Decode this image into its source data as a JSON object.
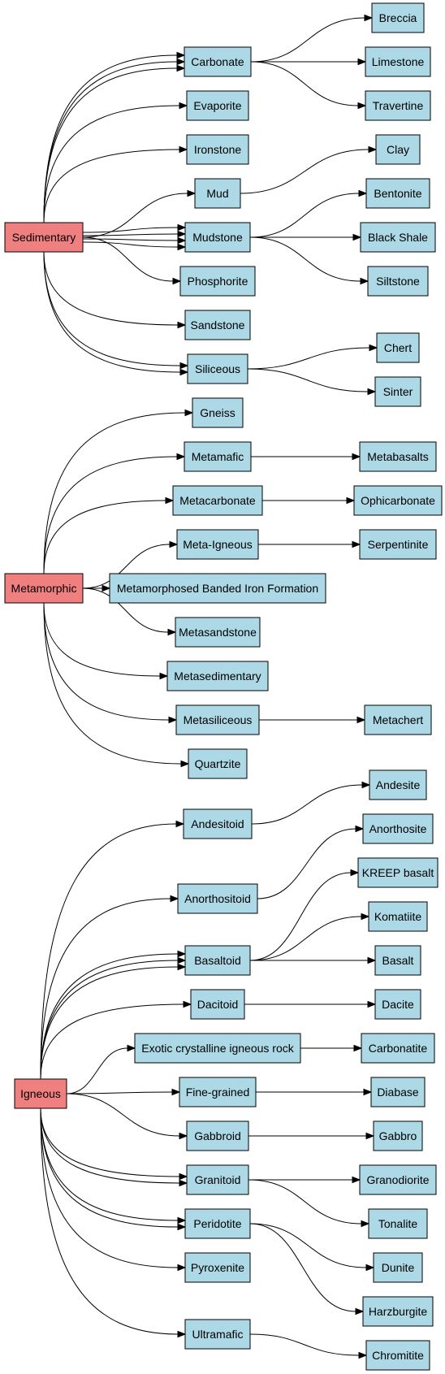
{
  "colors": {
    "root_fill": "#f08080",
    "leaf_fill": "#add8e6"
  },
  "nodes": [
    {
      "id": "sed",
      "label": "Sedimentary",
      "kind": "root"
    },
    {
      "id": "carbonate",
      "label": "Carbonate",
      "kind": "leaf"
    },
    {
      "id": "evaporite",
      "label": "Evaporite",
      "kind": "leaf"
    },
    {
      "id": "ironstone",
      "label": "Ironstone",
      "kind": "leaf"
    },
    {
      "id": "mud",
      "label": "Mud",
      "kind": "leaf"
    },
    {
      "id": "mudstone",
      "label": "Mudstone",
      "kind": "leaf"
    },
    {
      "id": "phosphorite",
      "label": "Phosphorite",
      "kind": "leaf"
    },
    {
      "id": "sandstone",
      "label": "Sandstone",
      "kind": "leaf"
    },
    {
      "id": "siliceous",
      "label": "Siliceous",
      "kind": "leaf"
    },
    {
      "id": "breccia",
      "label": "Breccia",
      "kind": "leaf"
    },
    {
      "id": "limestone",
      "label": "Limestone",
      "kind": "leaf"
    },
    {
      "id": "travertine",
      "label": "Travertine",
      "kind": "leaf"
    },
    {
      "id": "clay",
      "label": "Clay",
      "kind": "leaf"
    },
    {
      "id": "bentonite",
      "label": "Bentonite",
      "kind": "leaf"
    },
    {
      "id": "blackshale",
      "label": "Black Shale",
      "kind": "leaf"
    },
    {
      "id": "siltstone",
      "label": "Siltstone",
      "kind": "leaf"
    },
    {
      "id": "chert",
      "label": "Chert",
      "kind": "leaf"
    },
    {
      "id": "sinter",
      "label": "Sinter",
      "kind": "leaf"
    },
    {
      "id": "met",
      "label": "Metamorphic",
      "kind": "root"
    },
    {
      "id": "gneiss",
      "label": "Gneiss",
      "kind": "leaf"
    },
    {
      "id": "metamafic",
      "label": "Metamafic",
      "kind": "leaf"
    },
    {
      "id": "metacarbonate",
      "label": "Metacarbonate",
      "kind": "leaf"
    },
    {
      "id": "metaigneous",
      "label": "Meta-Igneous",
      "kind": "leaf"
    },
    {
      "id": "mbif",
      "label": "Metamorphosed Banded Iron Formation",
      "kind": "leaf"
    },
    {
      "id": "metasandstone",
      "label": "Metasandstone",
      "kind": "leaf"
    },
    {
      "id": "metasedimentary",
      "label": "Metasedimentary",
      "kind": "leaf"
    },
    {
      "id": "metasiliceous",
      "label": "Metasiliceous",
      "kind": "leaf"
    },
    {
      "id": "quartzite",
      "label": "Quartzite",
      "kind": "leaf"
    },
    {
      "id": "metabasalts",
      "label": "Metabasalts",
      "kind": "leaf"
    },
    {
      "id": "ophicarbonate",
      "label": "Ophicarbonate",
      "kind": "leaf"
    },
    {
      "id": "serpentinite",
      "label": "Serpentinite",
      "kind": "leaf"
    },
    {
      "id": "metachert",
      "label": "Metachert",
      "kind": "leaf"
    },
    {
      "id": "ign",
      "label": "Igneous",
      "kind": "root"
    },
    {
      "id": "andesitoid",
      "label": "Andesitoid",
      "kind": "leaf"
    },
    {
      "id": "anorthositoid",
      "label": "Anorthositoid",
      "kind": "leaf"
    },
    {
      "id": "basaltoid",
      "label": "Basaltoid",
      "kind": "leaf"
    },
    {
      "id": "dacitoid",
      "label": "Dacitoid",
      "kind": "leaf"
    },
    {
      "id": "exotic",
      "label": "Exotic crystalline igneous rock",
      "kind": "leaf"
    },
    {
      "id": "finegrained",
      "label": "Fine-grained",
      "kind": "leaf"
    },
    {
      "id": "gabbroid",
      "label": "Gabbroid",
      "kind": "leaf"
    },
    {
      "id": "granitoid",
      "label": "Granitoid",
      "kind": "leaf"
    },
    {
      "id": "peridotite",
      "label": "Peridotite",
      "kind": "leaf"
    },
    {
      "id": "pyroxenite",
      "label": "Pyroxenite",
      "kind": "leaf"
    },
    {
      "id": "ultramafic",
      "label": "Ultramafic",
      "kind": "leaf"
    },
    {
      "id": "andesite",
      "label": "Andesite",
      "kind": "leaf"
    },
    {
      "id": "anorthosite",
      "label": "Anorthosite",
      "kind": "leaf"
    },
    {
      "id": "kreep",
      "label": "KREEP basalt",
      "kind": "leaf"
    },
    {
      "id": "komatiite",
      "label": "Komatiite",
      "kind": "leaf"
    },
    {
      "id": "basalt",
      "label": "Basalt",
      "kind": "leaf"
    },
    {
      "id": "dacite",
      "label": "Dacite",
      "kind": "leaf"
    },
    {
      "id": "carbonatite",
      "label": "Carbonatite",
      "kind": "leaf"
    },
    {
      "id": "diabase",
      "label": "Diabase",
      "kind": "leaf"
    },
    {
      "id": "gabbro",
      "label": "Gabbro",
      "kind": "leaf"
    },
    {
      "id": "granodiorite",
      "label": "Granodiorite",
      "kind": "leaf"
    },
    {
      "id": "tonalite",
      "label": "Tonalite",
      "kind": "leaf"
    },
    {
      "id": "dunite",
      "label": "Dunite",
      "kind": "leaf"
    },
    {
      "id": "harzburgite",
      "label": "Harzburgite",
      "kind": "leaf"
    },
    {
      "id": "chromitite",
      "label": "Chromitite",
      "kind": "leaf"
    }
  ],
  "edges": [
    [
      "sed",
      "carbonate"
    ],
    [
      "sed",
      "carbonate"
    ],
    [
      "sed",
      "carbonate"
    ],
    [
      "sed",
      "evaporite"
    ],
    [
      "sed",
      "ironstone"
    ],
    [
      "sed",
      "mud"
    ],
    [
      "sed",
      "mudstone"
    ],
    [
      "sed",
      "mudstone"
    ],
    [
      "sed",
      "mudstone"
    ],
    [
      "sed",
      "mudstone"
    ],
    [
      "sed",
      "phosphorite"
    ],
    [
      "sed",
      "sandstone"
    ],
    [
      "sed",
      "siliceous"
    ],
    [
      "sed",
      "siliceous"
    ],
    [
      "carbonate",
      "breccia"
    ],
    [
      "carbonate",
      "limestone"
    ],
    [
      "carbonate",
      "travertine"
    ],
    [
      "mud",
      "clay"
    ],
    [
      "mudstone",
      "bentonite"
    ],
    [
      "mudstone",
      "blackshale"
    ],
    [
      "mudstone",
      "siltstone"
    ],
    [
      "siliceous",
      "chert"
    ],
    [
      "siliceous",
      "sinter"
    ],
    [
      "met",
      "gneiss"
    ],
    [
      "met",
      "metamafic"
    ],
    [
      "met",
      "metacarbonate"
    ],
    [
      "met",
      "metaigneous"
    ],
    [
      "met",
      "mbif"
    ],
    [
      "met",
      "metasandstone"
    ],
    [
      "met",
      "metasedimentary"
    ],
    [
      "met",
      "metasiliceous"
    ],
    [
      "met",
      "quartzite"
    ],
    [
      "metamafic",
      "metabasalts"
    ],
    [
      "metacarbonate",
      "ophicarbonate"
    ],
    [
      "metaigneous",
      "serpentinite"
    ],
    [
      "metasiliceous",
      "metachert"
    ],
    [
      "ign",
      "andesitoid"
    ],
    [
      "ign",
      "anorthositoid"
    ],
    [
      "ign",
      "basaltoid"
    ],
    [
      "ign",
      "basaltoid"
    ],
    [
      "ign",
      "basaltoid"
    ],
    [
      "ign",
      "dacitoid"
    ],
    [
      "ign",
      "exotic"
    ],
    [
      "ign",
      "finegrained"
    ],
    [
      "ign",
      "gabbroid"
    ],
    [
      "ign",
      "granitoid"
    ],
    [
      "ign",
      "granitoid"
    ],
    [
      "ign",
      "peridotite"
    ],
    [
      "ign",
      "peridotite"
    ],
    [
      "ign",
      "pyroxenite"
    ],
    [
      "ign",
      "ultramafic"
    ],
    [
      "andesitoid",
      "andesite"
    ],
    [
      "anorthositoid",
      "anorthosite"
    ],
    [
      "basaltoid",
      "kreep"
    ],
    [
      "basaltoid",
      "komatiite"
    ],
    [
      "basaltoid",
      "basalt"
    ],
    [
      "dacitoid",
      "dacite"
    ],
    [
      "exotic",
      "carbonatite"
    ],
    [
      "finegrained",
      "diabase"
    ],
    [
      "gabbroid",
      "gabbro"
    ],
    [
      "granitoid",
      "granodiorite"
    ],
    [
      "granitoid",
      "tonalite"
    ],
    [
      "peridotite",
      "dunite"
    ],
    [
      "peridotite",
      "harzburgite"
    ],
    [
      "ultramafic",
      "chromitite"
    ]
  ]
}
